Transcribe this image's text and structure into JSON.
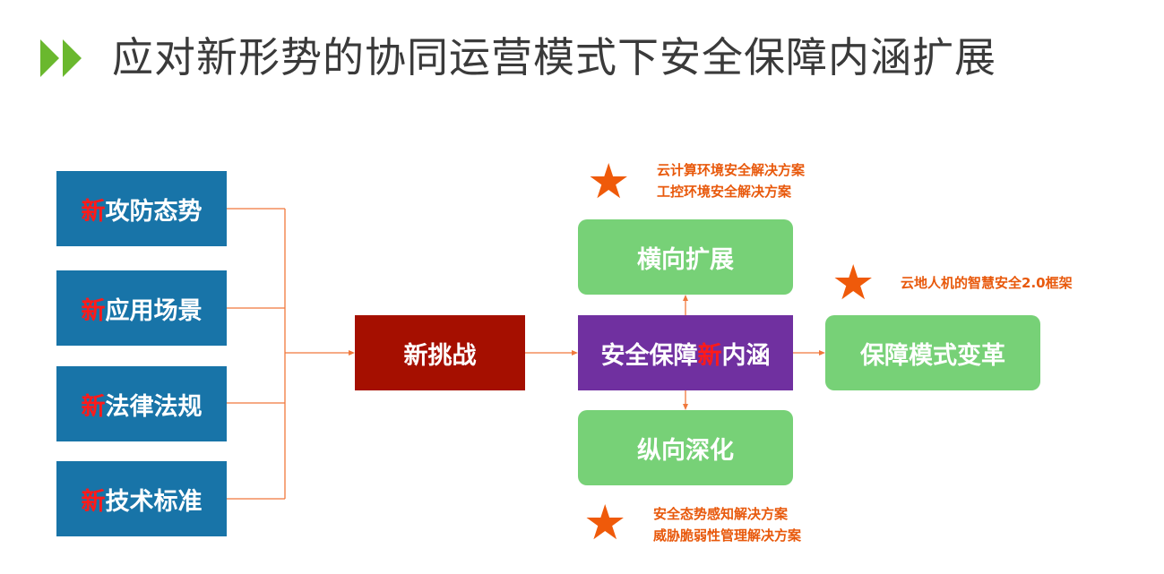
{
  "title": "应对新形势的协同运营模式下安全保障内涵扩展",
  "left_items": [
    {
      "prefix": "新",
      "label": "攻防态势"
    },
    {
      "prefix": "新",
      "label": "应用场景"
    },
    {
      "prefix": "新",
      "label": "法律法规"
    },
    {
      "prefix": "新",
      "label": "技术标准"
    }
  ],
  "challenge": "新挑战",
  "center": {
    "before": "安全保障",
    "highlight": "新",
    "after": "内涵"
  },
  "top_box": "横向扩展",
  "bottom_box": "纵向深化",
  "right_box": "保障模式变革",
  "notes": {
    "top": [
      "云计算环境安全解决方案",
      "工控环境安全解决方案"
    ],
    "right": [
      "云地人机的智慧安全2.0框架"
    ],
    "bottom": [
      "安全态势感知解决方案",
      "威胁脆弱性管理解决方案"
    ]
  },
  "colors": {
    "accent_green": "#6ab82e",
    "orange": "#e8590c",
    "blue": "#1874a8",
    "dark_red": "#a50f00",
    "purple": "#7030a0",
    "green": "#77d177"
  }
}
